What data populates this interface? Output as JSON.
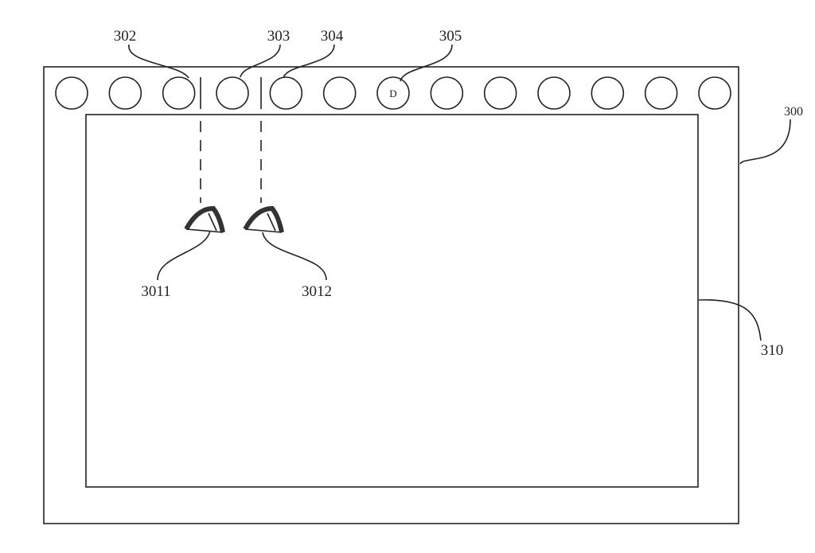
{
  "figure": {
    "labels": {
      "device": "300",
      "display_area": "310",
      "icon_a": "302",
      "icon_b": "303",
      "icon_c": "304",
      "icon_d": "305",
      "left_eye": "3011",
      "right_eye": "3012"
    },
    "icon_count": 13,
    "marked_icon_letter": "D",
    "line_color": "#222222"
  }
}
